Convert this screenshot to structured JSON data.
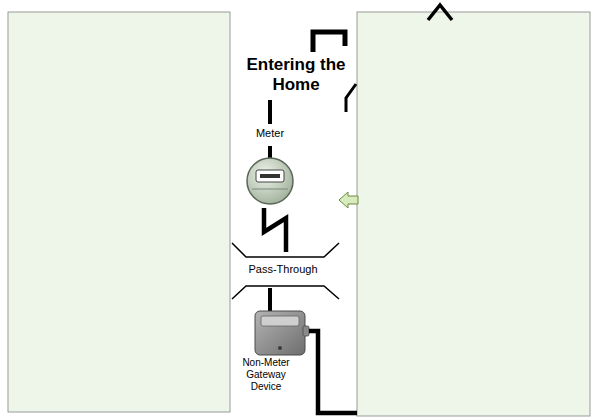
{
  "diagram": {
    "labels": [
      "Entering the Home",
      "Meter",
      "Pass-Through",
      "Non-Meter Gateway Device"
    ]
  }
}
